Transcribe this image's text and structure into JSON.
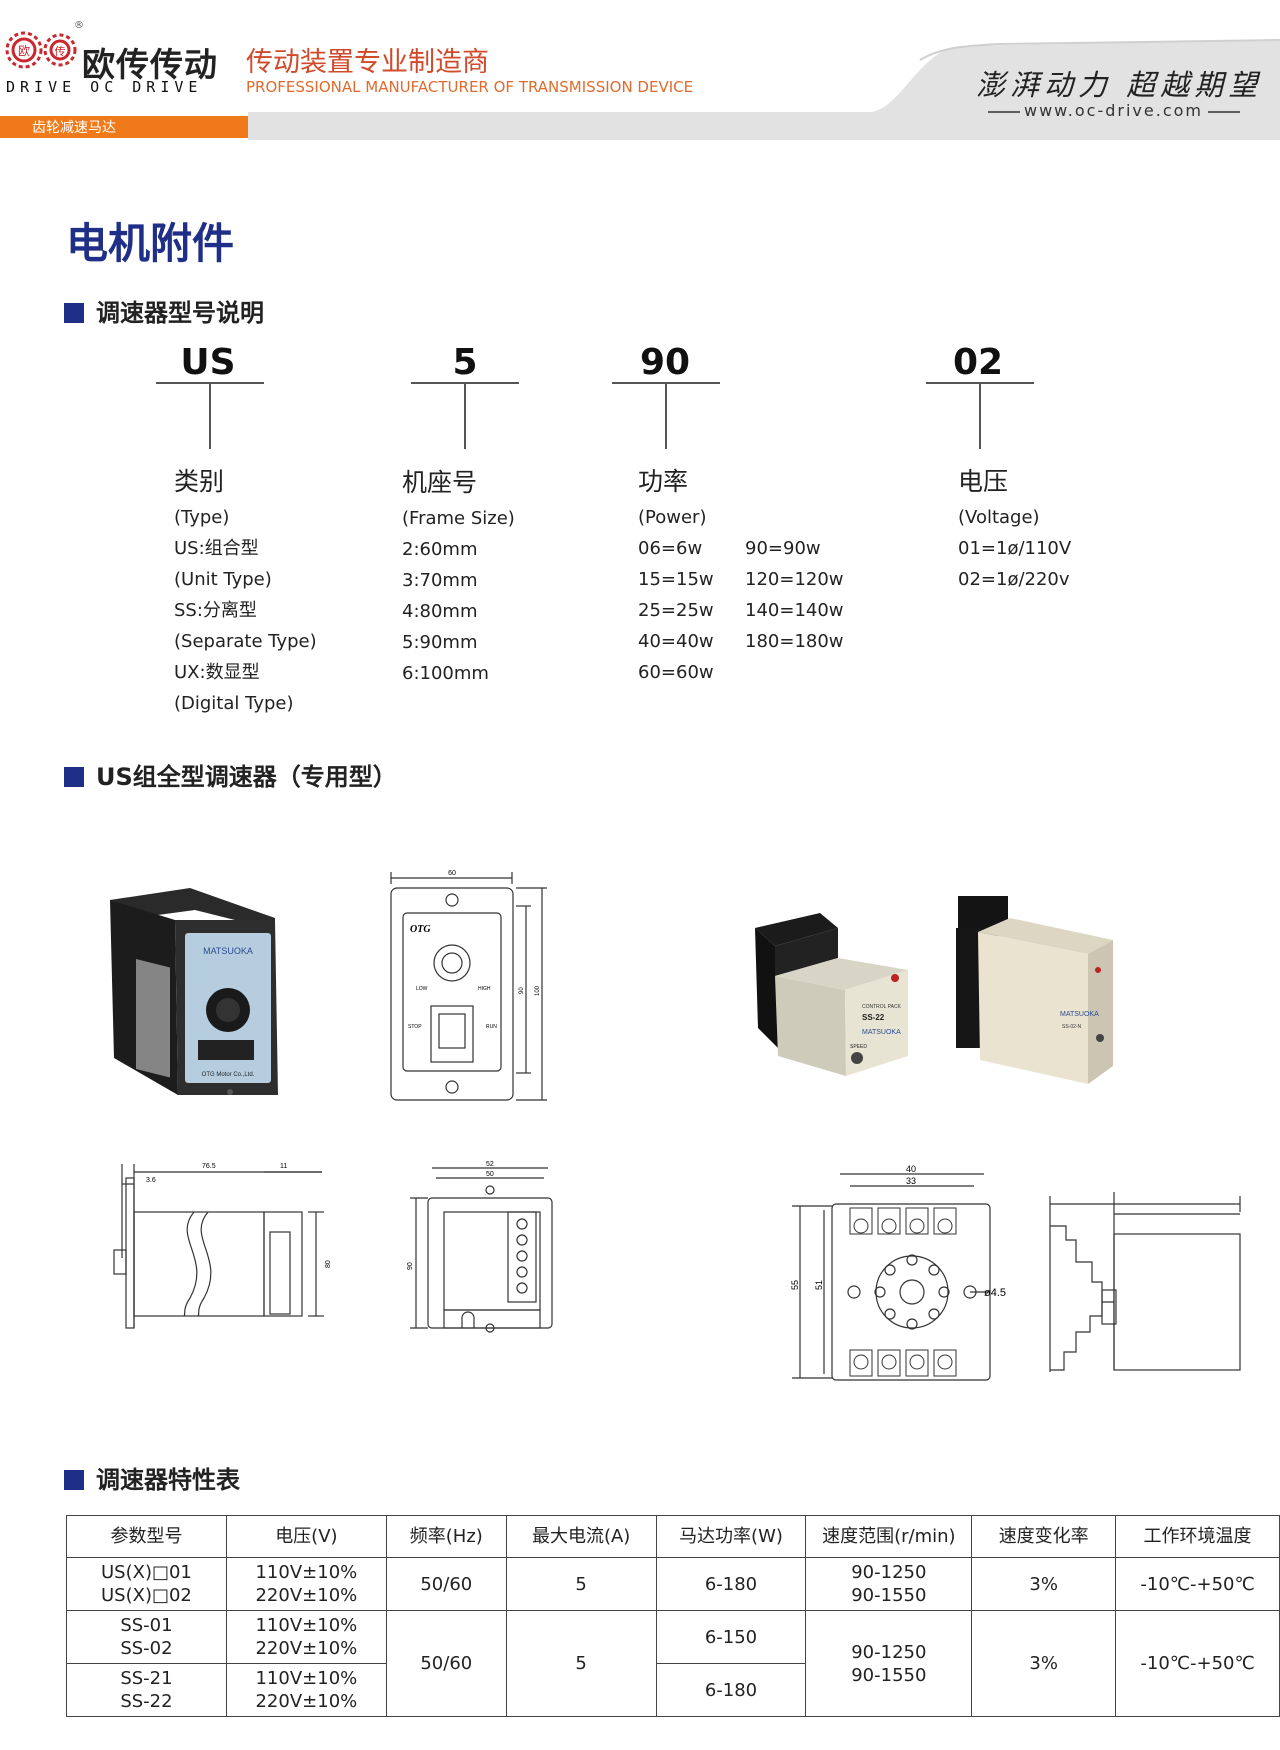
{
  "header": {
    "brand_cn": "欧传传动",
    "brand_en": "DRIVE OC DRIVE",
    "logo_chars": [
      "欧",
      "传"
    ],
    "reg_mark": "®",
    "title_cn": "传动装置专业制造商",
    "title_en": "PROFESSIONAL MANUFACTURER OF TRANSMISSION DEVICE",
    "category": "齿轮减速马达",
    "slogan": "澎湃动力 超越期望",
    "website": "www.oc-drive.com",
    "accent_color": "#f07a1a",
    "title_color": "#1f2e86"
  },
  "page_title": "电机附件",
  "sections": {
    "model": "调速器型号说明",
    "us_type": "US组全型调速器（专用型）",
    "spec": "调速器特性表"
  },
  "model_code": {
    "codes": [
      "US",
      "5",
      "90",
      "02"
    ],
    "type": {
      "title": "类别",
      "lines": [
        "(Type)",
        "US:组合型",
        "(Unit Type)",
        "SS:分离型",
        "(Separate Type)",
        "UX:数显型",
        "(Digital Type)"
      ]
    },
    "frame": {
      "title": "机座号",
      "lines": [
        "(Frame Size)",
        "2:60mm",
        "3:70mm",
        "4:80mm",
        "5:90mm",
        "6:100mm"
      ]
    },
    "power": {
      "title": "功率",
      "sub": "(Power)",
      "left": [
        "06=6w",
        "15=15w",
        "25=25w",
        "40=40w",
        "60=60w"
      ],
      "right": [
        "90=90w",
        "120=120w",
        "140=140w",
        "180=180w"
      ]
    },
    "voltage": {
      "title": "电压",
      "lines": [
        "(Voltage)",
        "01=1ø/110V",
        "02=1ø/220v"
      ]
    }
  },
  "drawing_labels": {
    "front_width": "60",
    "front_h1": "90",
    "front_h2": "100",
    "front_brand": "OTG",
    "front_low": "LOW",
    "front_high": "HIGH",
    "front_stop": "STOP",
    "front_run": "RUN",
    "side_len": "76.5",
    "side_t": "11",
    "side_s": "3.6",
    "side_h": "80",
    "back_w1": "52",
    "back_w2": "50",
    "back_h": "90",
    "socket_w1": "40",
    "socket_w2": "33",
    "socket_h1": "55",
    "socket_h2": "51",
    "socket_hole": "ø4.5",
    "photo_us_brand": "MATSUOKA",
    "photo_us_maker": "OTG Motor Co.,Ltd.",
    "photo_ss22_label": "SS-22",
    "photo_ss22_top": "CONTROL PACK",
    "photo_ss22_speed": "SPEED",
    "photo_ss22_brand": "MATSUOKA",
    "photo_ss02_brand": "MATSUOKA",
    "photo_ss02_label": "SS-02-N"
  },
  "spec_table": {
    "headers": [
      "参数型号",
      "电压(V)",
      "频率(Hz)",
      "最大电流(A)",
      "马达功率(W)",
      "速度范围(r/min)",
      "速度变化率",
      "工作环境温度"
    ],
    "rows": [
      {
        "model": [
          "US(X)□01",
          "US(X)□02"
        ],
        "voltage": [
          "110V±10%",
          "220V±10%"
        ],
        "freq": "50/60",
        "current": "5",
        "power": "6-180",
        "speed": [
          "90-1250",
          "90-1550"
        ],
        "rate": "3%",
        "temp": "-10℃-+50℃"
      },
      {
        "model": [
          "SS-01",
          "SS-02"
        ],
        "voltage": [
          "110V±10%",
          "220V±10%"
        ],
        "power": "6-150"
      },
      {
        "model": [
          "SS-21",
          "SS-22"
        ],
        "voltage": [
          "110V±10%",
          "220V±10%"
        ],
        "power": "6-180"
      }
    ],
    "ss_freq": "50/60",
    "ss_current": "5",
    "ss_speed": [
      "90-1250",
      "90-1550"
    ],
    "ss_rate": "3%",
    "ss_temp": "-10℃-+50℃"
  }
}
